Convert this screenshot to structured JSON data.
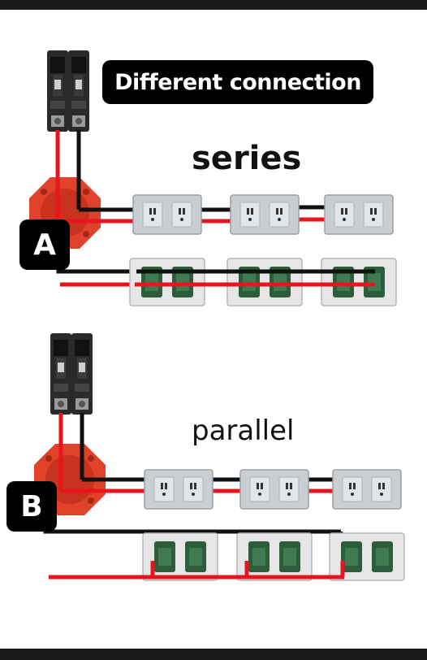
{
  "title": "Different connection",
  "sections": {
    "series": {
      "label": "series",
      "badge": "A"
    },
    "parallel": {
      "label": "parallel",
      "badge": "B"
    }
  },
  "colors": {
    "live_wire": "#e8141e",
    "neutral_wire": "#111111",
    "junction_box": "#e0422a",
    "outlet_plate": "#c9ced3",
    "switch_plate": "#e6e6e6",
    "switch_body": "#2e5d3b",
    "breaker": "#2a2a2a"
  },
  "icons": [
    "circuit-breaker-icon",
    "junction-box-icon",
    "outlet-icon",
    "switch-icon"
  ]
}
